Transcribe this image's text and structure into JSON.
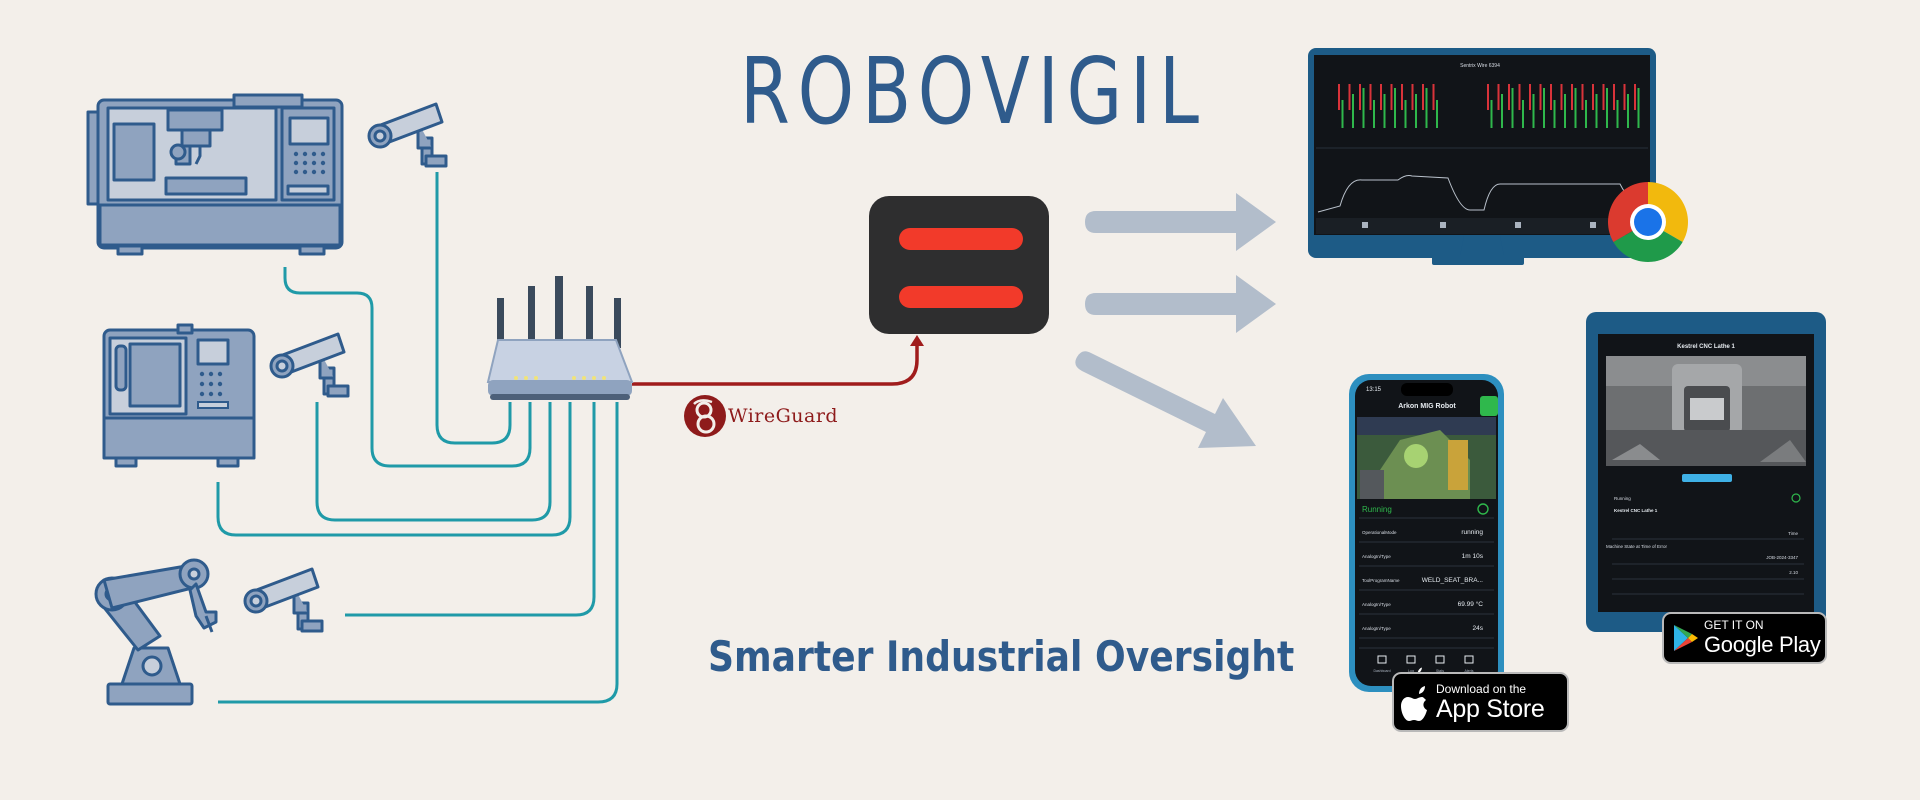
{
  "title": "ROBOVIGIL",
  "tagline": "Smarter Industrial Oversight",
  "vpn_label": "WireGuard",
  "colors": {
    "background": "#f3efea",
    "brand_blue": "#2f5b8c",
    "machine_fill": "#8fa3bf",
    "cable": "#1f9aa8",
    "vpn_cable": "#a01c1c",
    "arrow": "#b2bdcb",
    "screen_dark": "#111418"
  },
  "desktop": {
    "header": "Sentrix Wire 6394"
  },
  "tablet": {
    "header": "Kestrel CNC Lathe 1",
    "status": "Running",
    "machine_name": "Kestrel CNC Lathe 1",
    "row_value": "Time",
    "row2_value": "JOB-2024-3347",
    "row3_value": "2.10",
    "section_label": "Machine State at Time of Error"
  },
  "phone": {
    "time": "13:15",
    "header": "Arkon MIG Robot",
    "status": "Running",
    "rows": [
      {
        "label": "OperationalMode",
        "value": "running"
      },
      {
        "label": "AnalogIn/Type",
        "value": "1m 10s"
      },
      {
        "label": "ToolProgramName",
        "value": "WELD_SEAT_BRA..."
      },
      {
        "label": "AnalogIn/Type",
        "value": "69.99 °C"
      },
      {
        "label": "AnalogIn/Type",
        "value": "24s"
      }
    ],
    "tabs": [
      "Dashboard",
      "Log",
      "Stats",
      "Alerts"
    ]
  },
  "app_store": {
    "small": "Download on the",
    "big": "App Store"
  },
  "google_play": {
    "small": "GET IT ON",
    "big": "Google Play"
  },
  "icons": [
    "cnc-lathe-icon",
    "cnc-mill-icon",
    "robot-arm-icon",
    "security-camera-icon",
    "router-icon",
    "vpn-server-icon",
    "wireguard-logo",
    "chrome-logo",
    "apple-logo",
    "google-play-logo"
  ]
}
